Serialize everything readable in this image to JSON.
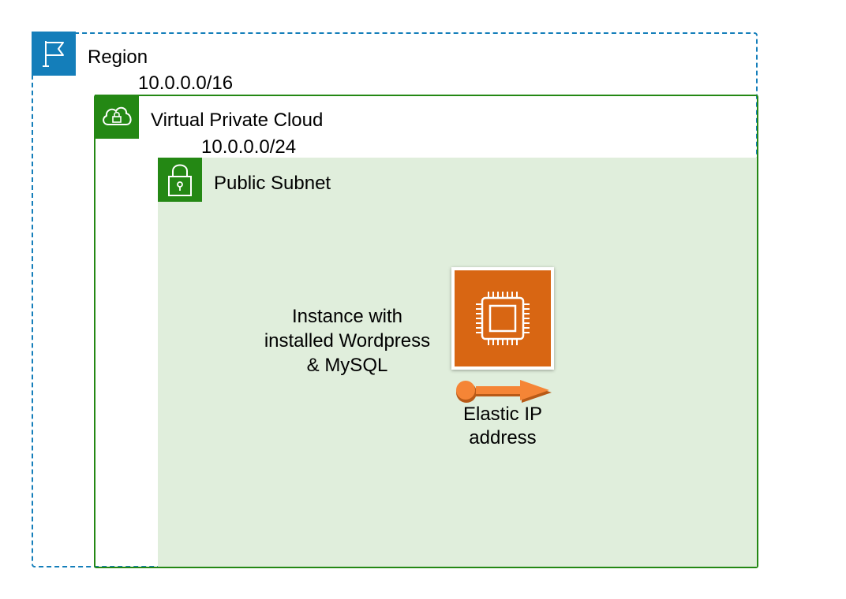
{
  "region": {
    "label": "Region",
    "cidr": "10.0.0.0/16",
    "icon": "flag-icon",
    "color": "#147EBA"
  },
  "vpc": {
    "label": "Virtual Private Cloud",
    "cidr": "10.0.0.0/24",
    "icon": "cloud-lock-icon",
    "color": "#248814"
  },
  "subnet": {
    "label": "Public Subnet",
    "icon": "padlock-icon",
    "color": "#248814",
    "fill": "#E0EEDC"
  },
  "instance": {
    "caption_lines": [
      "Instance with",
      "installed Wordpress",
      "& MySQL"
    ],
    "icon": "ec2-instance-chip-icon",
    "color": "#D86613"
  },
  "elastic_ip": {
    "caption_lines": [
      "Elastic IP",
      "address"
    ],
    "icon": "elastic-ip-arrow-icon",
    "color": "#F58536"
  }
}
